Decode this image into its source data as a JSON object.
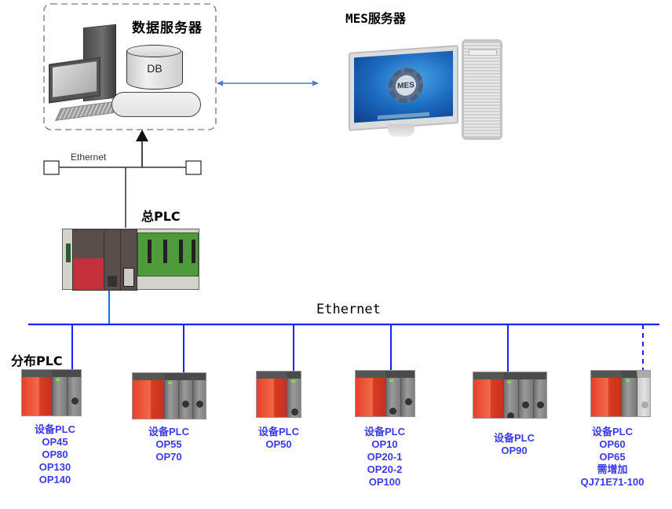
{
  "db_server": {
    "title": "数据服务器",
    "db_label": "DB"
  },
  "mes_server": {
    "title": "MES服务器",
    "logo_text": "MES"
  },
  "upper_network": {
    "label": "Ethernet"
  },
  "main_plc": {
    "title": "总PLC"
  },
  "lower_network": {
    "label": "Ethernet",
    "color": "#1f1fff"
  },
  "distributed_plc": {
    "title": "分布PLC",
    "text_color": "#3a3af0",
    "nodes": [
      {
        "lines": [
          "设备PLC",
          "OP45",
          "OP80",
          "OP130",
          "OP140"
        ],
        "connection": "solid"
      },
      {
        "lines": [
          "设备PLC",
          "OP55",
          "OP70"
        ],
        "connection": "solid"
      },
      {
        "lines": [
          "设备PLC",
          "OP50"
        ],
        "connection": "solid"
      },
      {
        "lines": [
          "设备PLC",
          "OP10",
          "OP20-1",
          "OP20-2",
          "OP100"
        ],
        "connection": "solid"
      },
      {
        "lines": [
          "设备PLC",
          "OP90"
        ],
        "connection": "solid"
      },
      {
        "lines": [
          "设备PLC",
          "OP60",
          "OP65",
          "需增加",
          "QJ71E71-100"
        ],
        "connection": "dashed"
      }
    ]
  }
}
